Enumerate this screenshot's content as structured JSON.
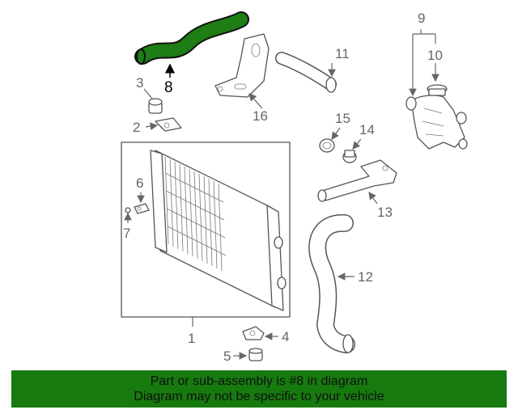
{
  "callouts": {
    "c1": "1",
    "c2": "2",
    "c3": "3",
    "c4": "4",
    "c5": "5",
    "c6": "6",
    "c7": "7",
    "c8": "8",
    "c9": "9",
    "c10": "10",
    "c11": "11",
    "c12": "12",
    "c13": "13",
    "c14": "14",
    "c15": "15",
    "c16": "16"
  },
  "highlight": {
    "part_number": "8",
    "color": "#1e7d14"
  },
  "banner": {
    "line1": "Part or sub-assembly is #8 in diagram",
    "line2": "Diagram may not be specific to your vehicle",
    "color": "#167a0f"
  }
}
